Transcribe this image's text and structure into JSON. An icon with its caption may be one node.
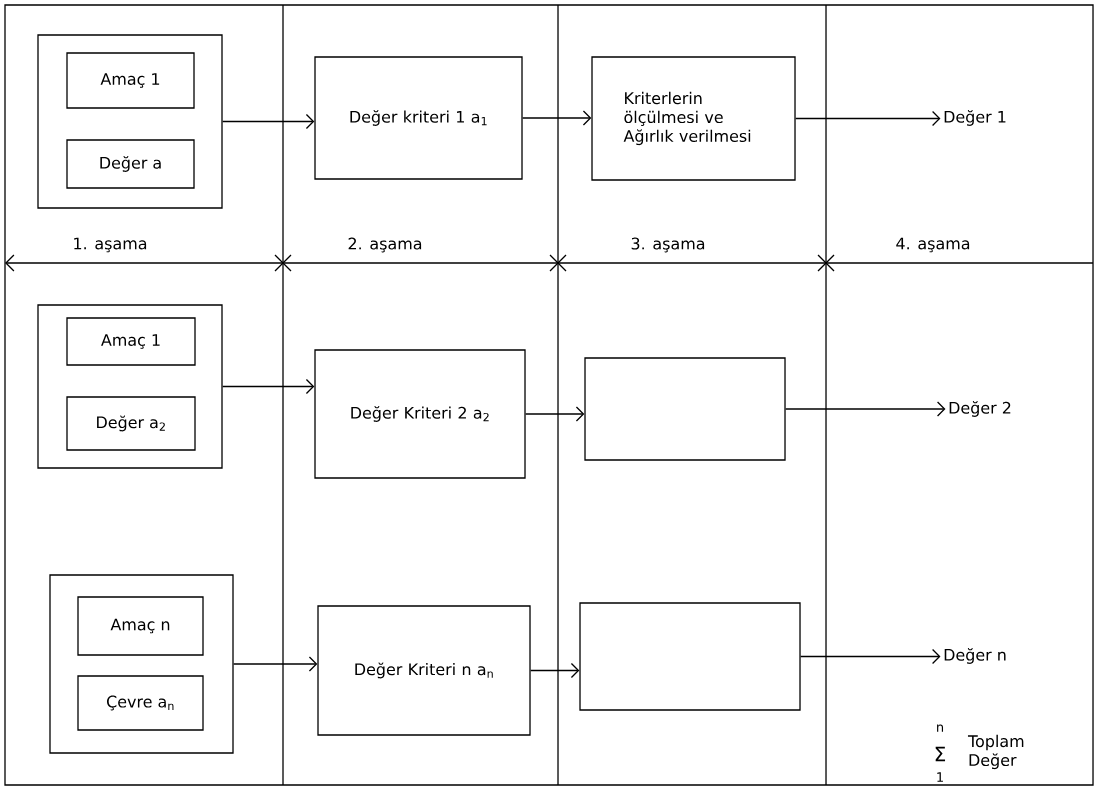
{
  "diagram": {
    "nodes": [
      {
        "text": [],
        "shape": "box"
      },
      {
        "text": [
          "Amaç 1"
        ],
        "in": 0
      },
      {
        "text": [
          "Değer a"
        ],
        "in": 0
      },
      {
        "text": [
          "Değer kriteri 1 a$_{1}$"
        ]
      },
      {
        "text": [
          "Kriterlerin ölçülmesi ve Ağırlık verilmesi"
        ]
      },
      {
        "text": [
          "Değer 1"
        ]
      },
      {
        "text": [],
        "shape": "box"
      },
      {
        "text": [
          "Amaç 1"
        ],
        "in": 6
      },
      {
        "text": [
          "Değer a$_{2}$"
        ],
        "in": 6
      },
      {
        "text": [
          "Değer Kriteri 2 a$_{2}$"
        ]
      },
      {
        "text": [],
        "shape": "box"
      },
      {
        "text": [
          "Değer 2"
        ]
      },
      {
        "text": [],
        "shape": "box"
      },
      {
        "text": [
          "Amaç n"
        ],
        "in": 12
      },
      {
        "text": [
          "Çevre a$_{n}$"
        ],
        "in": 12
      },
      {
        "text": [
          "Değer Kriteri n a$_{n}$"
        ]
      },
      {
        "text": [],
        "shape": "box"
      },
      {
        "text": [
          "Değer n"
        ]
      }
    ],
    "edges": [
      {
        "from": 0,
        "to": 3,
        "arrow": "to"
      },
      {
        "from": 3,
        "to": 4,
        "arrow": "to"
      },
      {
        "from": 4,
        "to": 5,
        "arrow": "to"
      },
      {
        "from": 6,
        "to": 9,
        "arrow": "to"
      },
      {
        "from": 9,
        "to": 10,
        "arrow": "to"
      },
      {
        "from": 10,
        "to": 11,
        "arrow": "to"
      },
      {
        "from": 12,
        "to": 15,
        "arrow": "to"
      },
      {
        "from": 15,
        "to": 16,
        "arrow": "to"
      },
      {
        "from": 16,
        "to": 17,
        "arrow": "to"
      }
    ],
    "labels": [
      "1. aşama",
      "2. aşama",
      "3. aşama",
      "4. aşama",
      "n",
      "Toplam Değer",
      "Σ",
      "1"
    ]
  }
}
